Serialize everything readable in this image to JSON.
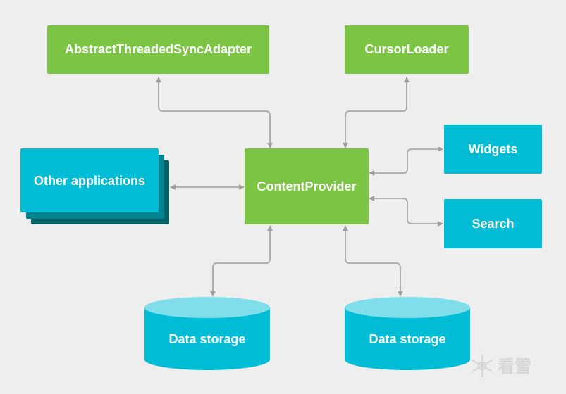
{
  "diagram": {
    "nodes": {
      "sync_adapter": {
        "label": "AbstractThreadedSyncAdapter"
      },
      "cursor_loader": {
        "label": "CursorLoader"
      },
      "other_apps": {
        "label": "Other applications"
      },
      "content_provider": {
        "label": "ContentProvider"
      },
      "widgets": {
        "label": "Widgets"
      },
      "search": {
        "label": "Search"
      },
      "storage_left": {
        "label": "Data storage"
      },
      "storage_right": {
        "label": "Data storage"
      }
    },
    "colors": {
      "background": "#eeeeee",
      "green": "#7cc443",
      "cyan": "#00bcd4",
      "cyan_top": "#80deea",
      "stack_mid": "#00838f",
      "stack_back": "#006064",
      "arrow": "#9e9e9e"
    }
  },
  "watermark": {
    "text": "看雪"
  }
}
